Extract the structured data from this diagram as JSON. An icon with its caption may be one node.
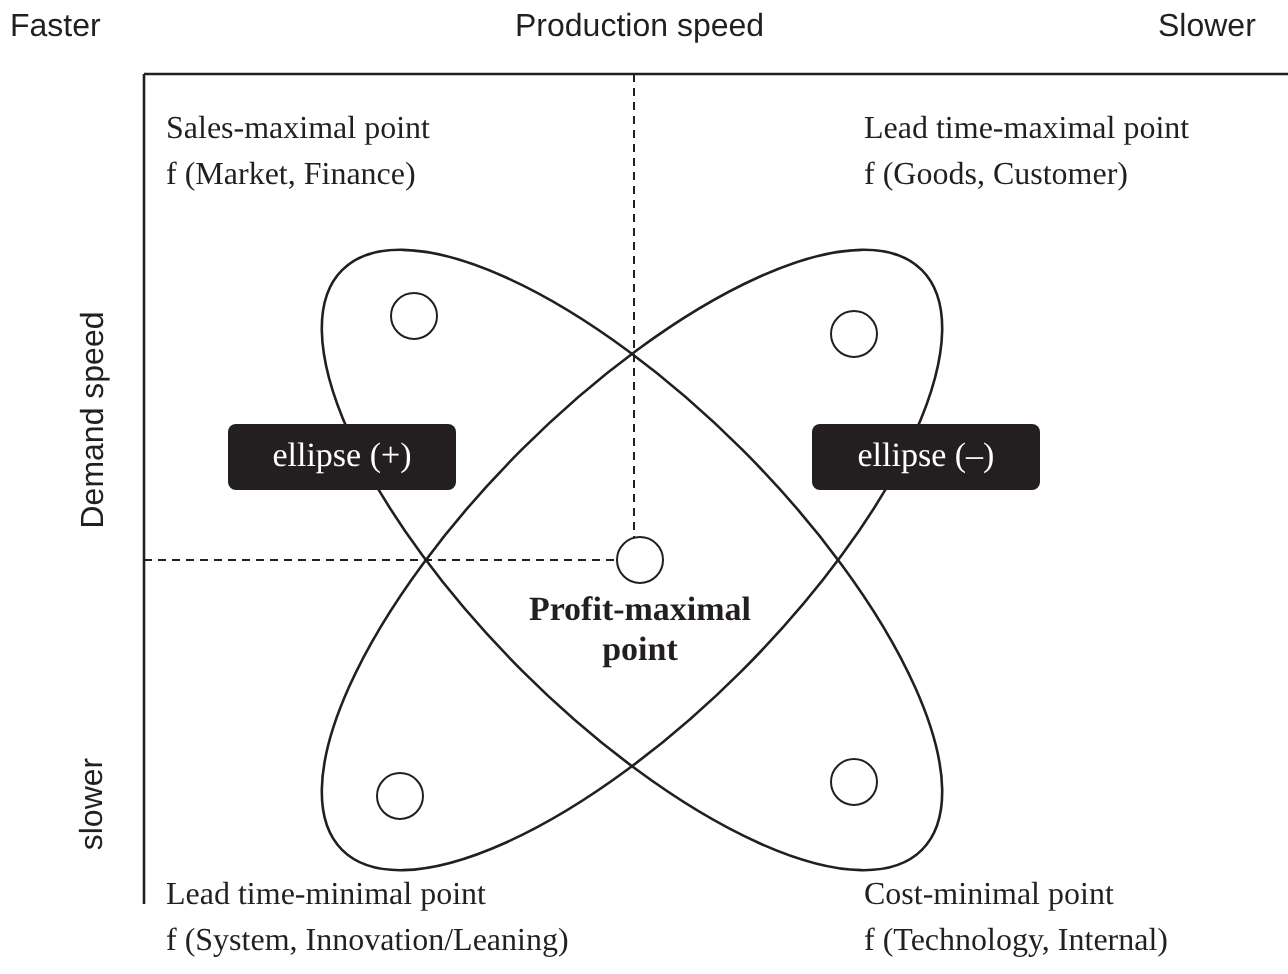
{
  "diagram": {
    "nodes": [
      {
        "text": [],
        "shape": "circle"
      },
      {
        "text": [],
        "shape": "circle"
      },
      {
        "text": [
          "ellipse (+)"
        ]
      },
      {
        "text": [
          "ellipse (–)"
        ]
      },
      {
        "text": [],
        "shape": "circle"
      },
      {
        "text": [],
        "shape": "circle"
      },
      {
        "text": [],
        "shape": "circle"
      }
    ],
    "edges": [],
    "labels": [
      "Faster",
      "Production speed",
      "Slower",
      "Sales-maximal point",
      "f (Market, Finance)",
      "Lead time-maximal point",
      "f (Goods, Customer)",
      "Demand speed",
      "Profit-maximal point",
      "slower",
      "Lead time-minimal point",
      "f (System, Innovation/Leaning)",
      "Cost-minimal point",
      "f (Technology, Internal)"
    ]
  }
}
